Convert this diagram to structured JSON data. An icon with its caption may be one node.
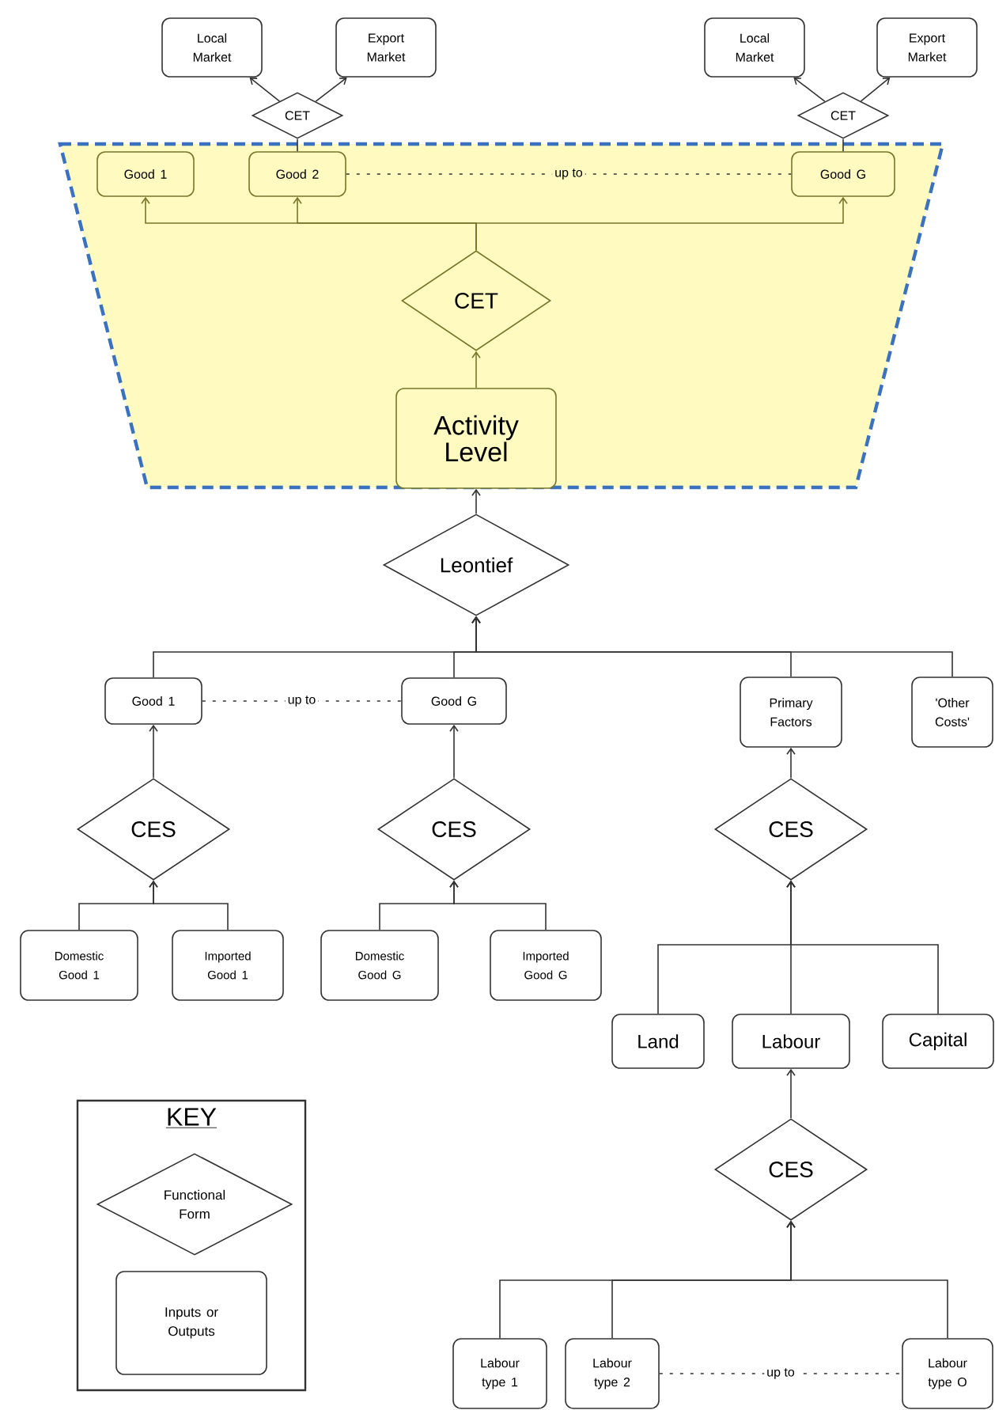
{
  "diagram": {
    "nodes": [
      {
        "text": [
          "Local Market"
        ]
      },
      {
        "text": [
          "Export Market"
        ]
      },
      {
        "text": [
          "CET"
        ]
      },
      {
        "text": [
          "Local Market"
        ]
      },
      {
        "text": [
          "Export Market"
        ]
      },
      {
        "text": [
          "CET"
        ]
      },
      {
        "text": [],
        "shape": "trapezoid"
      },
      {
        "text": [
          "Good 1"
        ],
        "in": 6
      },
      {
        "text": [
          "Good 2"
        ],
        "in": 6
      },
      {
        "text": [
          "Good G"
        ],
        "in": 6
      },
      {
        "text": [
          "CET"
        ],
        "in": 6
      },
      {
        "text": [
          "Activity Level"
        ],
        "in": 6
      },
      {
        "text": [
          "Leontief"
        ]
      },
      {
        "text": [
          "Good 1"
        ]
      },
      {
        "text": [
          "Good G"
        ]
      },
      {
        "text": [
          "Primary Factors"
        ]
      },
      {
        "text": [
          "'Other Costs'"
        ]
      },
      {
        "text": [
          "CES"
        ]
      },
      {
        "text": [
          "CES"
        ]
      },
      {
        "text": [
          "CES"
        ]
      },
      {
        "text": [
          "Domestic Good 1"
        ]
      },
      {
        "text": [
          "Imported Good 1"
        ]
      },
      {
        "text": [
          "Domestic Good G"
        ]
      },
      {
        "text": [
          "Imported Good G"
        ]
      },
      {
        "text": [
          "Land"
        ]
      },
      {
        "text": [
          "Labour"
        ]
      },
      {
        "text": [
          "Capital"
        ]
      },
      {
        "text": [
          "CES"
        ]
      },
      {
        "text": [
          "Labour type 1"
        ]
      },
      {
        "text": [
          "Labour type 2"
        ]
      },
      {
        "text": [
          "Labour type O"
        ]
      },
      {
        "text": [
          "KEY"
        ]
      },
      {
        "text": [
          "Functional Form"
        ],
        "in": 31
      },
      {
        "text": [
          "Inputs or Outputs"
        ],
        "in": 31
      }
    ],
    "edges": [
      {
        "from": 2,
        "to": 0,
        "arrow": "to"
      },
      {
        "from": 2,
        "to": 1,
        "arrow": "to"
      },
      {
        "from": 8,
        "to": 2,
        "arrow": "none"
      },
      {
        "from": 5,
        "to": 3,
        "arrow": "to"
      },
      {
        "from": 5,
        "to": 4,
        "arrow": "to"
      },
      {
        "from": 9,
        "to": 5,
        "arrow": "none"
      },
      {
        "from": 8,
        "to": 9,
        "arrow": "none",
        "label": "up to",
        "style": "dashed"
      },
      {
        "from": 10,
        "to": 7,
        "arrow": "to",
        "color": "#77772a"
      },
      {
        "from": 10,
        "to": 8,
        "arrow": "to",
        "color": "#77772a"
      },
      {
        "from": 10,
        "to": 9,
        "arrow": "to",
        "color": "#77772a"
      },
      {
        "from": 11,
        "to": 10,
        "arrow": "to",
        "color": "#77772a"
      },
      {
        "from": 12,
        "to": 11,
        "arrow": "to"
      },
      {
        "from": 13,
        "to": 12,
        "arrow": "to"
      },
      {
        "from": 14,
        "to": 12,
        "arrow": "to"
      },
      {
        "from": 15,
        "to": 12,
        "arrow": "to"
      },
      {
        "from": 16,
        "to": 12,
        "arrow": "to"
      },
      {
        "from": 13,
        "to": 14,
        "arrow": "none",
        "label": "up to",
        "style": "dashed"
      },
      {
        "from": 17,
        "to": 13,
        "arrow": "to"
      },
      {
        "from": 18,
        "to": 14,
        "arrow": "to"
      },
      {
        "from": 19,
        "to": 15,
        "arrow": "to"
      },
      {
        "from": 20,
        "to": 17,
        "arrow": "to"
      },
      {
        "from": 21,
        "to": 17,
        "arrow": "to"
      },
      {
        "from": 22,
        "to": 18,
        "arrow": "to"
      },
      {
        "from": 23,
        "to": 18,
        "arrow": "to"
      },
      {
        "from": 24,
        "to": 19,
        "arrow": "to"
      },
      {
        "from": 25,
        "to": 19,
        "arrow": "to"
      },
      {
        "from": 26,
        "to": 19,
        "arrow": "to"
      },
      {
        "from": 27,
        "to": 25,
        "arrow": "to"
      },
      {
        "from": 28,
        "to": 27,
        "arrow": "to"
      },
      {
        "from": 29,
        "to": 27,
        "arrow": "to"
      },
      {
        "from": 30,
        "to": 27,
        "arrow": "to"
      },
      {
        "from": 29,
        "to": 30,
        "arrow": "none",
        "label": "up to",
        "style": "dashed"
      }
    ]
  }
}
